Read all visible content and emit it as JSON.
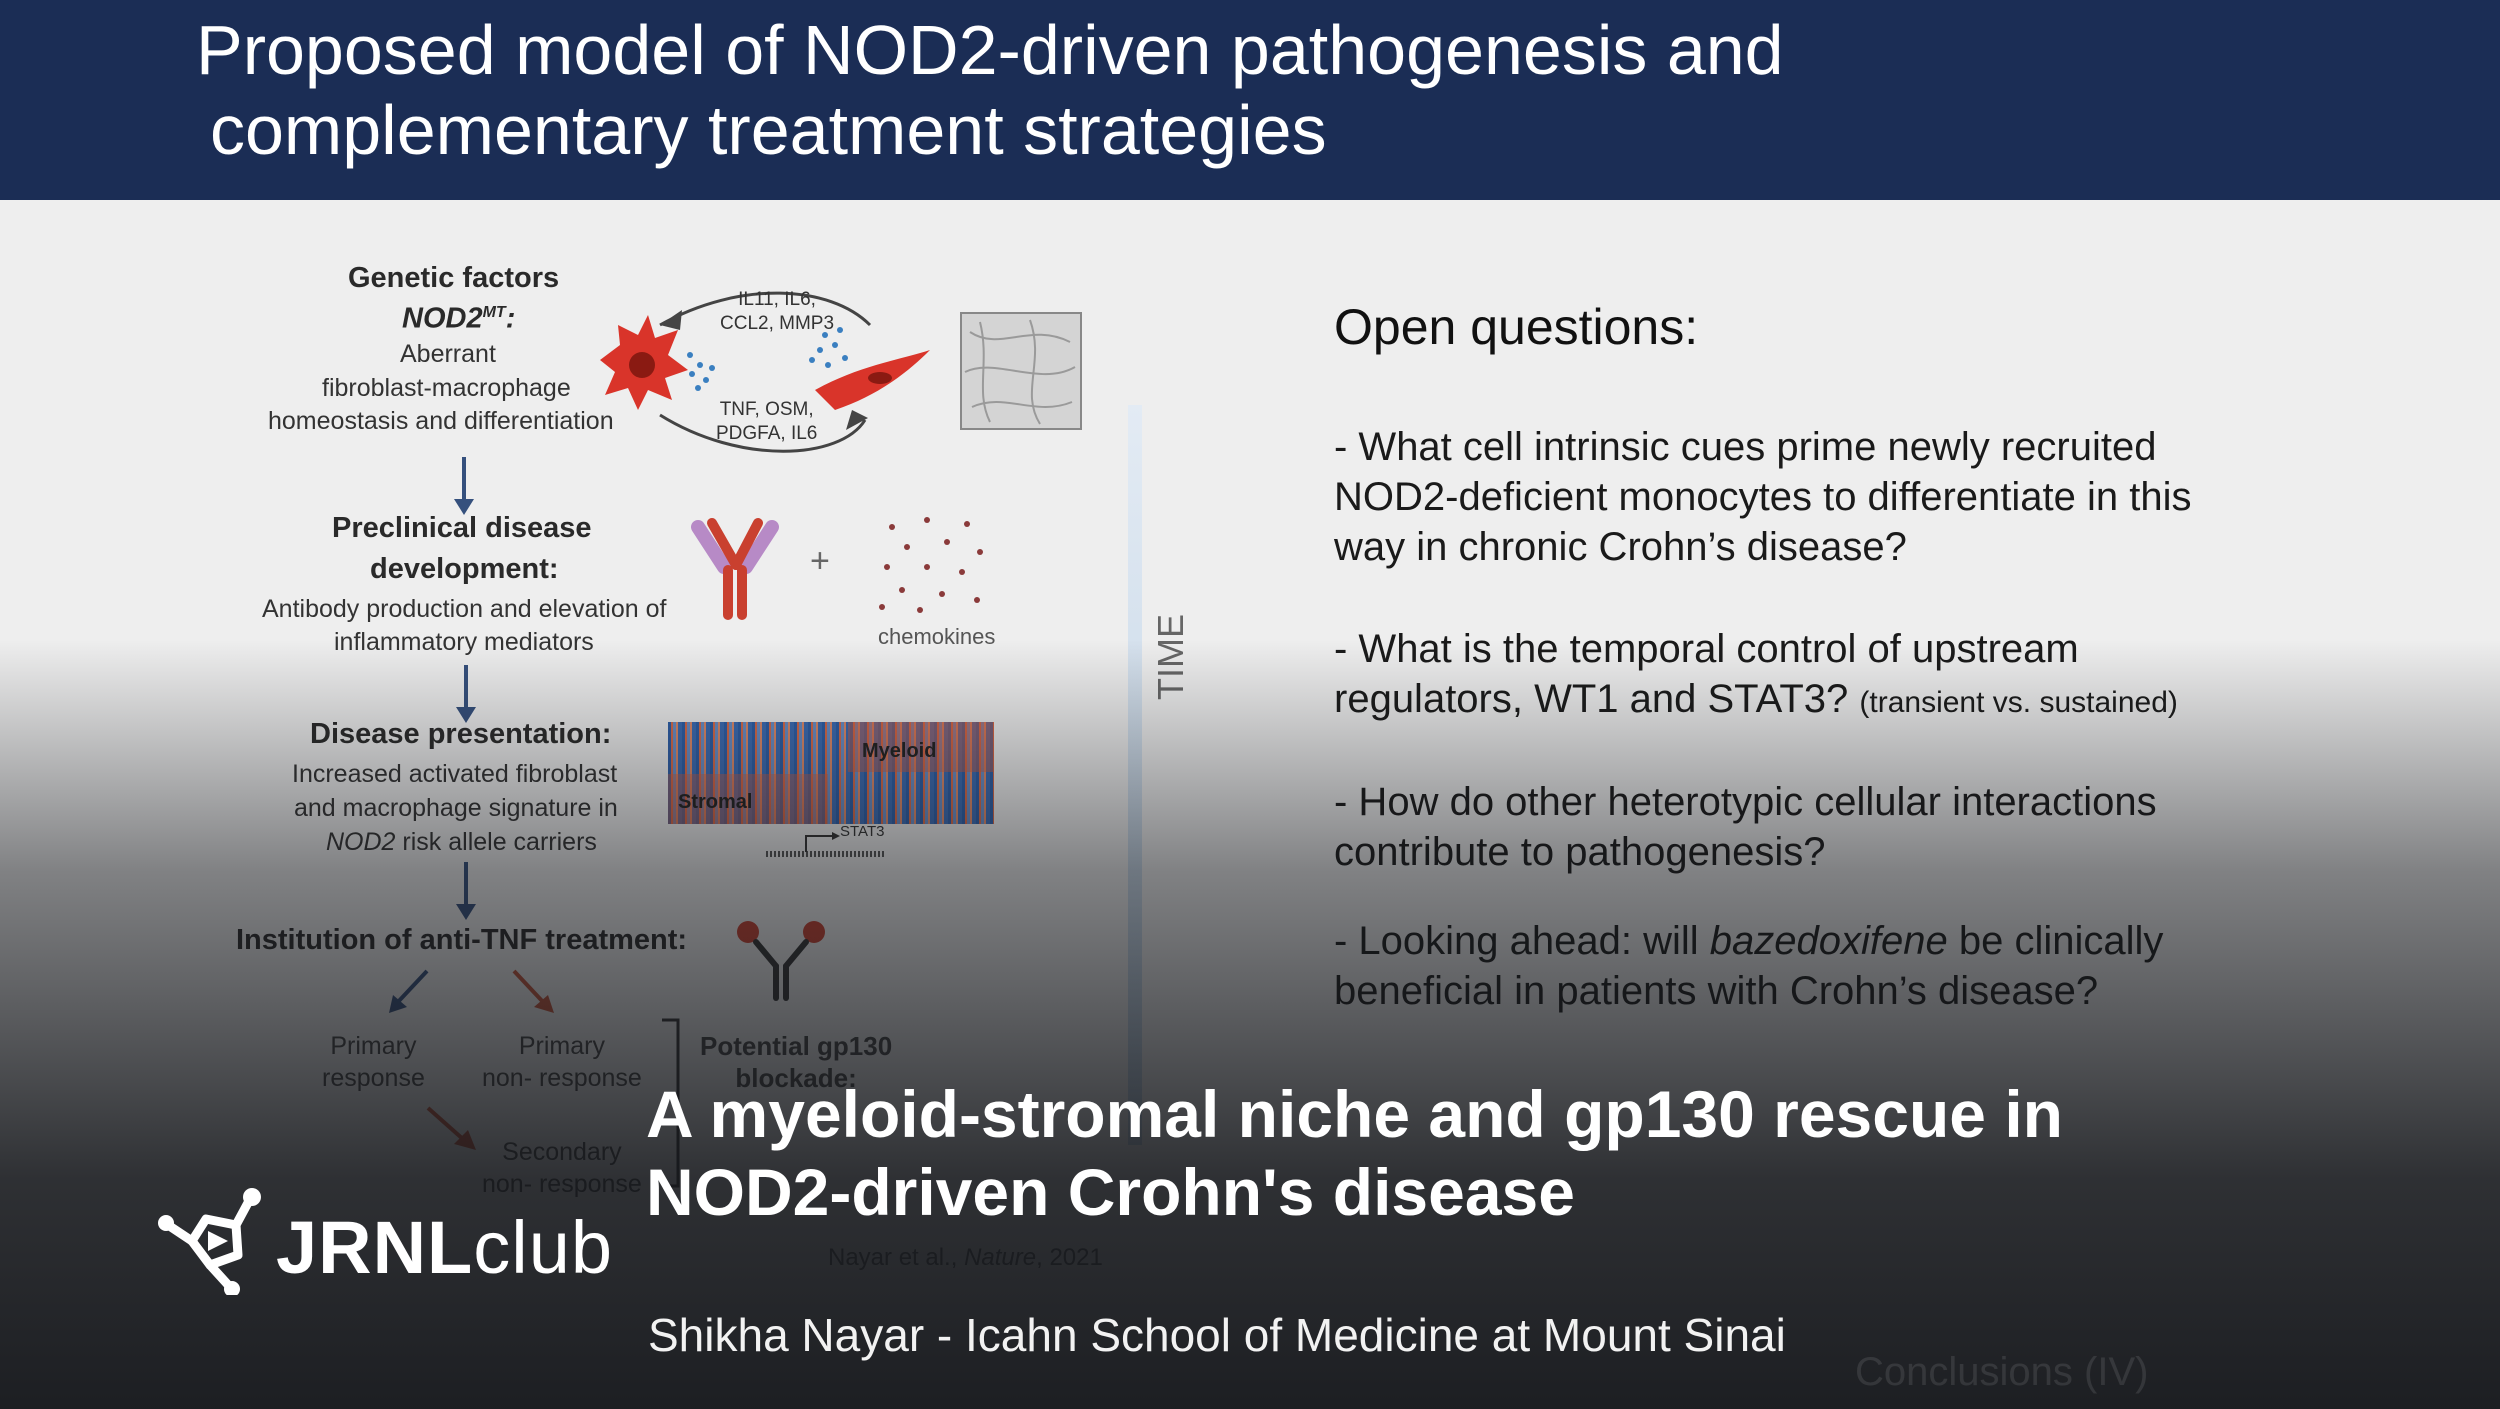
{
  "slide": {
    "title_line1": "Proposed model of NOD2-driven pathogenesis and",
    "title_line2": "complementary treatment strategies"
  },
  "diagram": {
    "genetic_factors": "Genetic factors",
    "nod2_mt": "NOD2",
    "nod2_mt_sup": "MT",
    "aberrant": "Aberrant",
    "fib_mac": "fibroblast-macrophage",
    "homeostasis": "homeostasis and differentiation",
    "cytokines_top_1": "IL11, IL6,",
    "cytokines_top_2": "CCL2, MMP3",
    "cytokines_bottom_1": "TNF, OSM,",
    "cytokines_bottom_2": "PDGFA, IL6",
    "preclinical_1": "Preclinical disease",
    "preclinical_2": "development:",
    "preclinical_desc_1": "Antibody production and elevation of",
    "preclinical_desc_2": "inflammatory mediators",
    "plus": "+",
    "chemokines": "chemokines",
    "presentation": "Disease presentation:",
    "presentation_desc_1": "Increased activated fibroblast",
    "presentation_desc_2": "and macrophage signature in",
    "presentation_desc_3_italic": "NOD2",
    "presentation_desc_3_rest": " risk allele carriers",
    "heatmap_myeloid": "Myeloid",
    "heatmap_stromal": "Stromal",
    "stat3": "STAT3",
    "anti_tnf": "Institution of anti-TNF treatment:",
    "primary_response_1": "Primary",
    "primary_response_2": "response",
    "primary_non_1": "Primary",
    "primary_non_2": "non- response",
    "secondary_1": "Secondary",
    "secondary_2": "non- response",
    "gp130_1": "Potential gp130",
    "gp130_2": "blockade:",
    "citation_authors": "Nayar et al., ",
    "citation_journal": "Nature",
    "citation_year": ", 2021",
    "time_label": "TIME"
  },
  "open_questions": {
    "heading": "Open questions:",
    "q1_l1": "- What cell intrinsic cues prime newly recruited",
    "q1_l2": "NOD2-deficient monocytes to differentiate in this",
    "q1_l3": "way in chronic Crohn’s disease?",
    "q2_l1": "- What is the temporal control of upstream",
    "q2_l2": "regulators, WT1 and STAT3? ",
    "q2_l2_small": "(transient vs. sustained)",
    "q3_l1": "- How do other heterotypic cellular interactions",
    "q3_l2": "contribute to pathogenesis?",
    "q4_l1_pre": "- Looking ahead: will ",
    "q4_l1_italic": "bazedoxifene",
    "q4_l1_post": " be clinically",
    "q4_l2": "beneficial in patients with Crohn’s disease?"
  },
  "video": {
    "title_line1": "A myeloid-stromal niche and gp130 rescue in",
    "title_line2": "NOD2-driven Crohn's disease",
    "subtitle": "Shikha Nayar - Icahn School of Medicine at Mount Sinai",
    "brand_bold": "JRNL",
    "brand_light": "club",
    "ghost_nav": "Conclusions (IV)"
  },
  "colors": {
    "title_bar": "#1b2d55",
    "slide_bg": "#eeeeee",
    "arrow_blue": "#35507d",
    "arrow_red": "#c4543a"
  }
}
